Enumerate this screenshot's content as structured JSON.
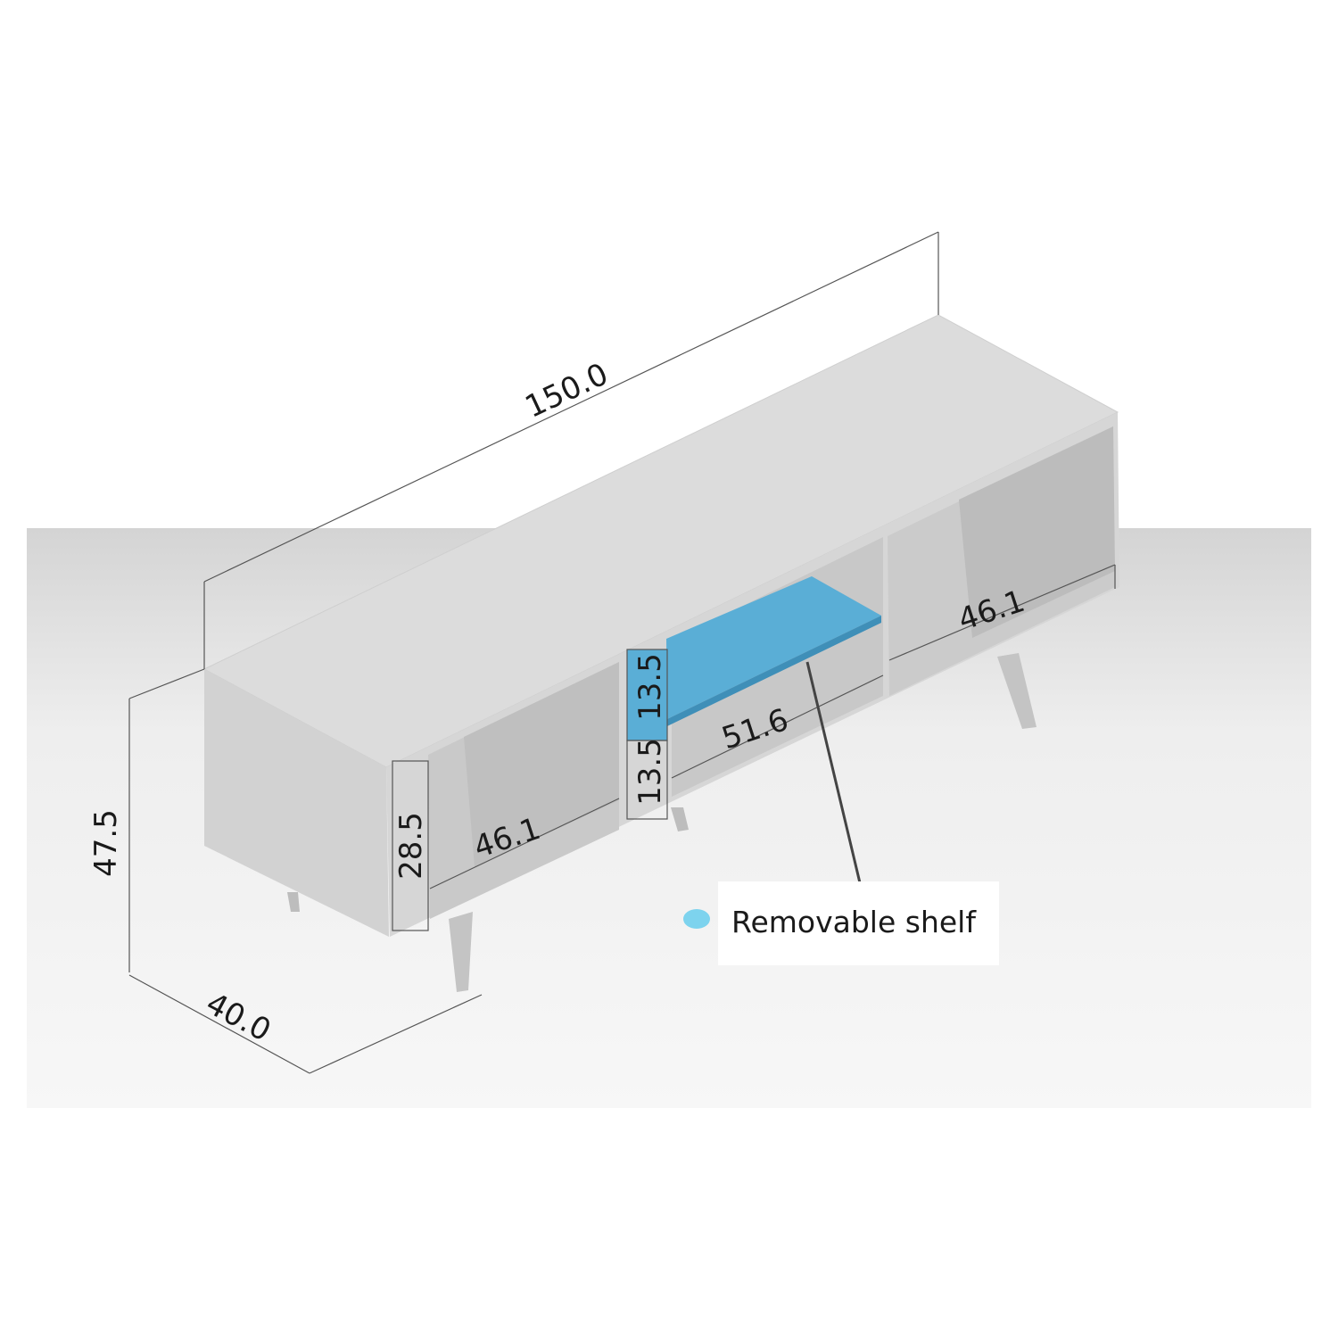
{
  "dimensions": {
    "overall_width": "150.0",
    "overall_height": "47.5",
    "overall_depth": "40.0",
    "left_compartment_width": "46.1",
    "left_compartment_height": "28.5",
    "middle_compartment_width": "51.6",
    "middle_upper_height": "13.5",
    "middle_lower_height": "13.5",
    "right_compartment_width": "46.1"
  },
  "legend": {
    "label": "Removable shelf",
    "color": "#7dd3ee"
  },
  "colors": {
    "cabinet": "#d9d9d9",
    "shelf": "#5aaed6",
    "floor": "#e9e9e9"
  }
}
